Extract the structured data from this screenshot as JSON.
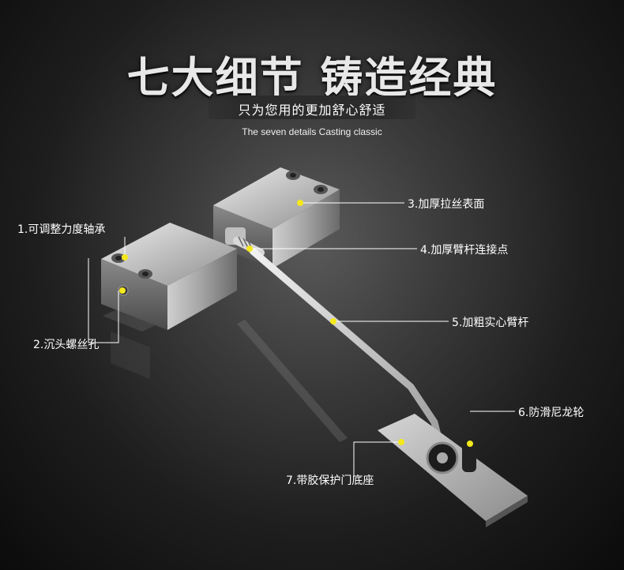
{
  "header": {
    "headline": "七大细节 铸造经典",
    "subtitle": "只为您用的更加舒心舒适",
    "tagline": "The seven details Casting classic"
  },
  "callouts": [
    {
      "label": "1.可调整力度轴承"
    },
    {
      "label": "2.沉头螺丝孔"
    },
    {
      "label": "3.加厚拉丝表面"
    },
    {
      "label": "4.加厚臂杆连接点"
    },
    {
      "label": "5.加粗实心臂杆"
    },
    {
      "label": "6.防滑尼龙轮"
    },
    {
      "label": "7.带胶保护门底座"
    }
  ],
  "colors": {
    "accent_dot": "#f5e81c",
    "leader_line": "#ffffff",
    "metal_light": "#d9d9d9",
    "metal_dark": "#6e6e6e"
  }
}
